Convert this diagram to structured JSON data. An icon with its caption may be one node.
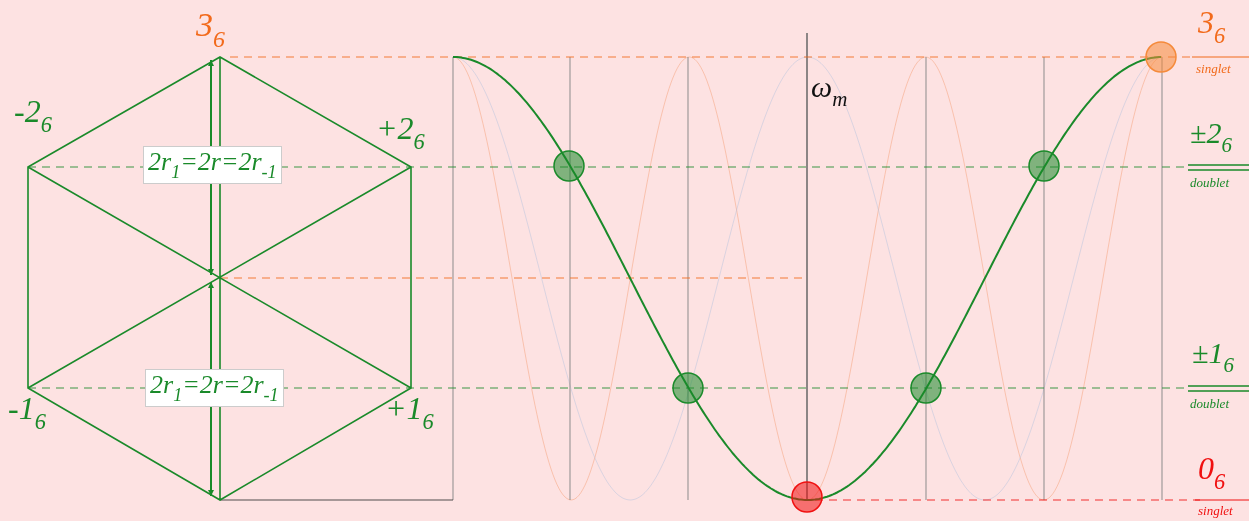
{
  "diagram": {
    "labels": [
      "3$_{6}$",
      "-2$_{6}$",
      "+2$_{6}$",
      "2r$_{1}$=2r=2r$_{-1}$",
      "2r$_{1}$=2r=2r$_{-1}$",
      "-1$_{6}$",
      "+1$_{6}$",
      "ω$_{m}$",
      "3$_{6}$",
      "singlet",
      "±2$_{6}$",
      "doublet",
      "±1$_{6}$",
      "doublet",
      "0$_{6}$",
      "singlet"
    ]
  }
}
